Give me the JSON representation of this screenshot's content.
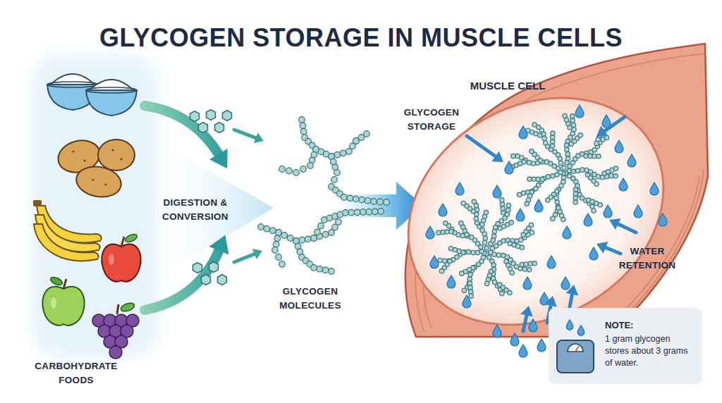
{
  "diagram": {
    "title": "GLYCOGEN STORAGE IN MUSCLE CELLS",
    "nodes": [
      {
        "text": [
          "MUSCLE CELL"
        ]
      },
      {
        "text": [
          "NOTE:",
          "1 gram glycogen stores about 3 grams of water."
        ]
      }
    ],
    "labels": [
      "DIGESTION & CONVERSION",
      "GLYCOGEN MOLECULES",
      "CARBOHYDRATE FOODS",
      "GLYCOGEN STORAGE",
      "WATER RETENTION"
    ]
  }
}
